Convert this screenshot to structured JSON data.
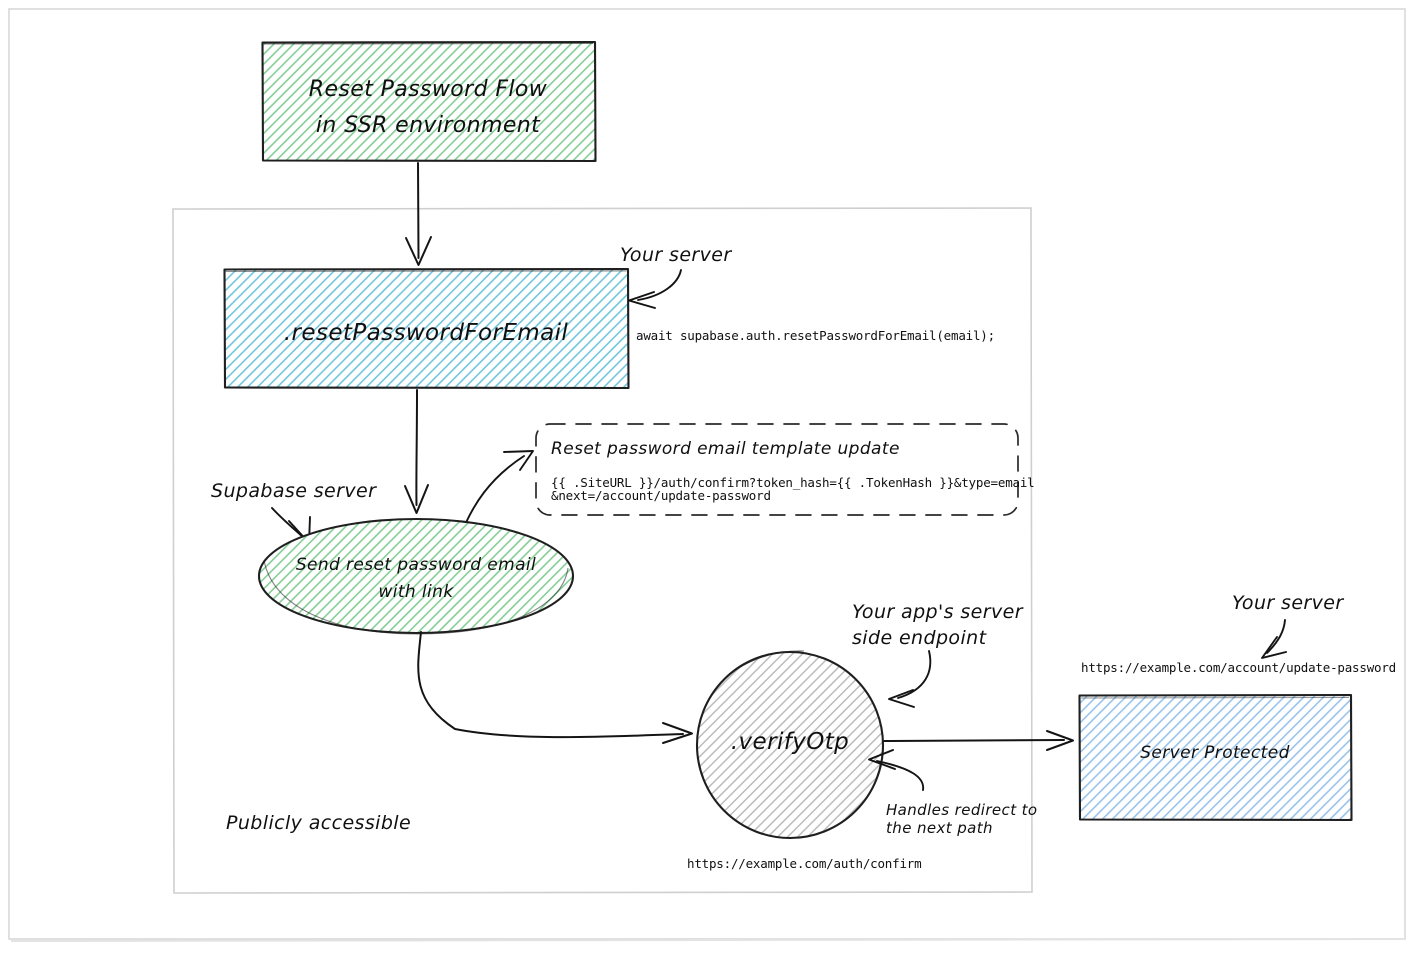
{
  "diagram": {
    "title_node": {
      "line1": "Reset Password Flow",
      "line2": "in SSR environment",
      "fill": "#5bbd72"
    },
    "container": {
      "label": "Publicly accessible"
    },
    "nodes": [
      {
        "id": "reset-password-for-email",
        "label": ".resetPasswordForEmail",
        "shape": "rect",
        "fill": "#4db8d4"
      },
      {
        "id": "send-reset-email",
        "label_line1": "Send reset password email",
        "label_line2": "with link",
        "shape": "ellipse",
        "fill": "#5bbd72"
      },
      {
        "id": "verify-otp",
        "label": ".verifyOtp",
        "shape": "circle",
        "fill": "#9a9a9a"
      },
      {
        "id": "server-protected",
        "label": "Server Protected",
        "shape": "rect",
        "fill": "#7fb4e8"
      }
    ],
    "annotations": {
      "your_server_top": "Your server",
      "supabase_server": "Supabase server",
      "app_server_endpoint_line1": "Your app's server",
      "app_server_endpoint_line2": "side endpoint",
      "handles_redirect_line1": "Handles redirect to",
      "handles_redirect_line2": "the next path",
      "your_server_right": "Your server"
    },
    "code_snippets": {
      "reset_call": "await supabase.auth.resetPasswordForEmail(email);",
      "confirm_url": "https://example.com/auth/confirm",
      "update_password_url": "https://example.com/account/update-password"
    },
    "dashed_box": {
      "title": "Reset password email template update",
      "code_line1": "{{ .SiteURL }}/auth/confirm?token_hash={{ .TokenHash }}&type=email",
      "code_line2": "&next=/account/update-password"
    }
  }
}
